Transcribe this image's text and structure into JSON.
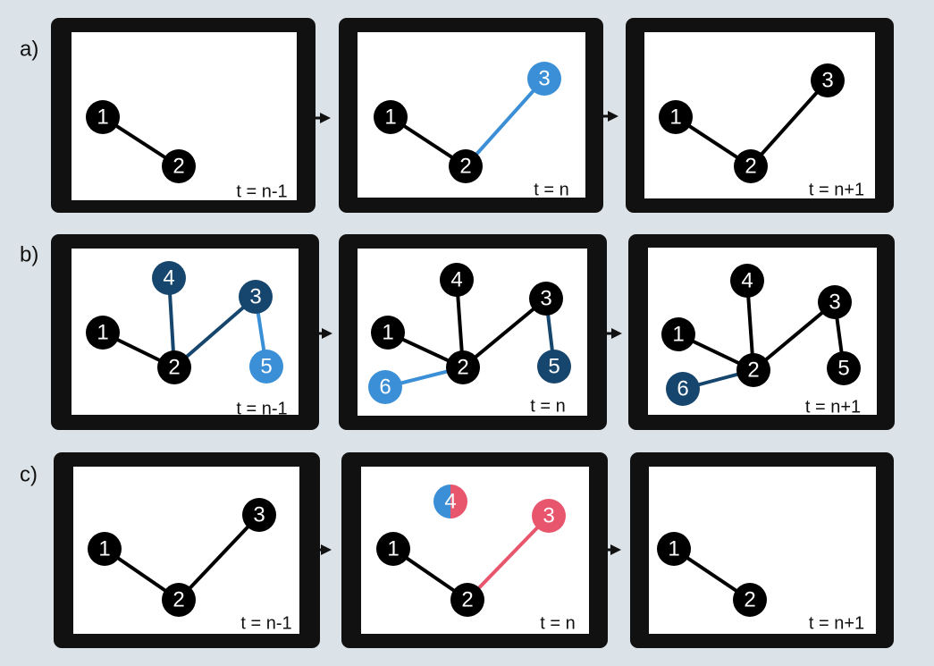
{
  "colors": {
    "background": "#dce3e8",
    "frame": "#111111",
    "screen": "#ffffff",
    "node": "#000000",
    "node_text": "#ffffff",
    "edge": "#000000",
    "light_blue": "#3a8fd6",
    "dark_blue": "#16466d",
    "pink": "#e8566e",
    "arrow": "#111111"
  },
  "rows": [
    {
      "label": "a)",
      "panels": [
        {
          "time": "t = n-1",
          "nodes": [
            {
              "id": "1",
              "label": "1",
              "color": "node"
            },
            {
              "id": "2",
              "label": "2",
              "color": "node"
            }
          ],
          "edges": [
            {
              "from": "1",
              "to": "2",
              "color": "edge"
            }
          ]
        },
        {
          "time": "t = n",
          "nodes": [
            {
              "id": "1",
              "label": "1",
              "color": "node"
            },
            {
              "id": "2",
              "label": "2",
              "color": "node"
            },
            {
              "id": "3",
              "label": "3",
              "color": "light_blue"
            }
          ],
          "edges": [
            {
              "from": "1",
              "to": "2",
              "color": "edge"
            },
            {
              "from": "2",
              "to": "3",
              "color": "light_blue"
            }
          ]
        },
        {
          "time": "t = n+1",
          "nodes": [
            {
              "id": "1",
              "label": "1",
              "color": "node"
            },
            {
              "id": "2",
              "label": "2",
              "color": "node"
            },
            {
              "id": "3",
              "label": "3",
              "color": "node"
            }
          ],
          "edges": [
            {
              "from": "1",
              "to": "2",
              "color": "edge"
            },
            {
              "from": "2",
              "to": "3",
              "color": "edge"
            }
          ]
        }
      ]
    },
    {
      "label": "b)",
      "panels": [
        {
          "time": "t = n-1",
          "nodes": [
            {
              "id": "1",
              "label": "1",
              "color": "node"
            },
            {
              "id": "2",
              "label": "2",
              "color": "node"
            },
            {
              "id": "3",
              "label": "3",
              "color": "dark_blue"
            },
            {
              "id": "4",
              "label": "4",
              "color": "dark_blue"
            },
            {
              "id": "5",
              "label": "5",
              "color": "light_blue"
            }
          ],
          "edges": [
            {
              "from": "1",
              "to": "2",
              "color": "edge"
            },
            {
              "from": "2",
              "to": "4",
              "color": "dark_blue"
            },
            {
              "from": "2",
              "to": "3",
              "color": "dark_blue"
            },
            {
              "from": "3",
              "to": "5",
              "color": "light_blue"
            }
          ]
        },
        {
          "time": "t = n",
          "nodes": [
            {
              "id": "1",
              "label": "1",
              "color": "node"
            },
            {
              "id": "2",
              "label": "2",
              "color": "node"
            },
            {
              "id": "3",
              "label": "3",
              "color": "node"
            },
            {
              "id": "4",
              "label": "4",
              "color": "node"
            },
            {
              "id": "5",
              "label": "5",
              "color": "dark_blue"
            },
            {
              "id": "6",
              "label": "6",
              "color": "light_blue"
            }
          ],
          "edges": [
            {
              "from": "1",
              "to": "2",
              "color": "edge"
            },
            {
              "from": "2",
              "to": "4",
              "color": "edge"
            },
            {
              "from": "2",
              "to": "3",
              "color": "edge"
            },
            {
              "from": "3",
              "to": "5",
              "color": "dark_blue"
            },
            {
              "from": "2",
              "to": "6",
              "color": "light_blue"
            }
          ]
        },
        {
          "time": "t = n+1",
          "nodes": [
            {
              "id": "1",
              "label": "1",
              "color": "node"
            },
            {
              "id": "2",
              "label": "2",
              "color": "node"
            },
            {
              "id": "3",
              "label": "3",
              "color": "node"
            },
            {
              "id": "4",
              "label": "4",
              "color": "node"
            },
            {
              "id": "5",
              "label": "5",
              "color": "node"
            },
            {
              "id": "6",
              "label": "6",
              "color": "dark_blue"
            }
          ],
          "edges": [
            {
              "from": "1",
              "to": "2",
              "color": "edge"
            },
            {
              "from": "2",
              "to": "4",
              "color": "edge"
            },
            {
              "from": "2",
              "to": "3",
              "color": "edge"
            },
            {
              "from": "3",
              "to": "5",
              "color": "edge"
            },
            {
              "from": "2",
              "to": "6",
              "color": "dark_blue"
            }
          ]
        }
      ]
    },
    {
      "label": "c)",
      "panels": [
        {
          "time": "t = n-1",
          "nodes": [
            {
              "id": "1",
              "label": "1",
              "color": "node"
            },
            {
              "id": "2",
              "label": "2",
              "color": "node"
            },
            {
              "id": "3",
              "label": "3",
              "color": "node"
            }
          ],
          "edges": [
            {
              "from": "1",
              "to": "2",
              "color": "edge"
            },
            {
              "from": "2",
              "to": "3",
              "color": "edge"
            }
          ]
        },
        {
          "time": "t = n",
          "nodes": [
            {
              "id": "1",
              "label": "1",
              "color": "node"
            },
            {
              "id": "2",
              "label": "2",
              "color": "node"
            },
            {
              "id": "3",
              "label": "3",
              "color": "pink"
            },
            {
              "id": "4",
              "label": "4",
              "color": "split_blue_pink"
            }
          ],
          "edges": [
            {
              "from": "1",
              "to": "2",
              "color": "edge"
            },
            {
              "from": "2",
              "to": "3",
              "color": "pink"
            }
          ]
        },
        {
          "time": "t = n+1",
          "nodes": [
            {
              "id": "1",
              "label": "1",
              "color": "node"
            },
            {
              "id": "2",
              "label": "2",
              "color": "node"
            }
          ],
          "edges": [
            {
              "from": "1",
              "to": "2",
              "color": "edge"
            }
          ]
        }
      ]
    }
  ]
}
